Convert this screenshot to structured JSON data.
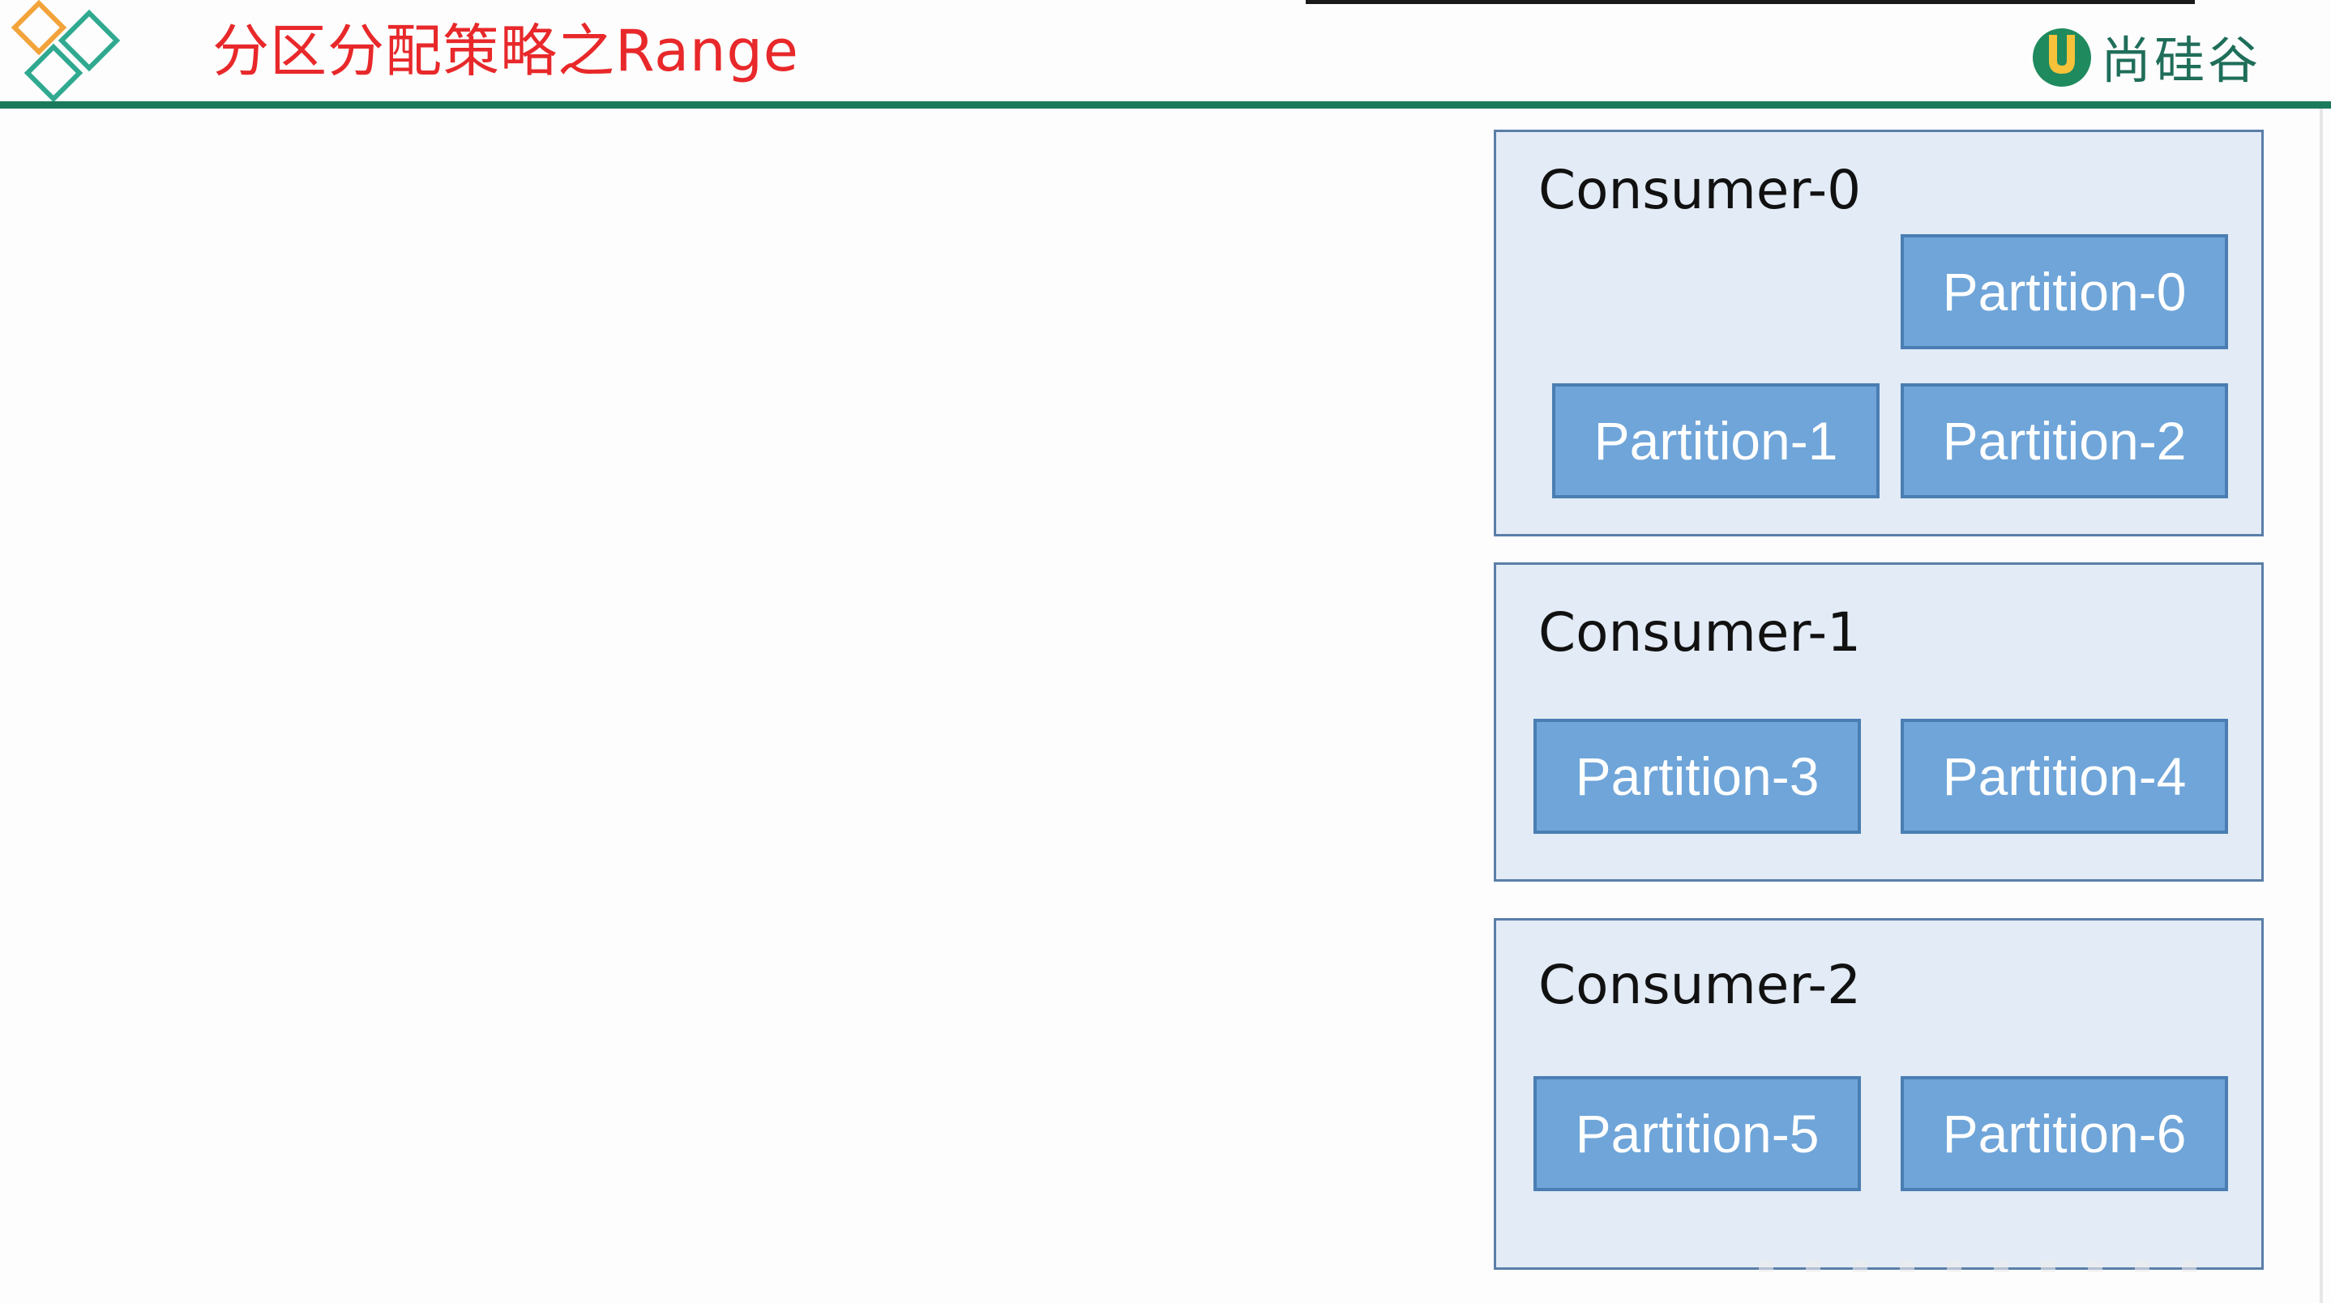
{
  "header": {
    "title": "分区分配策略之Range",
    "brand_name": "尚硅谷",
    "logo_icon": "diamond-logo-icon",
    "brand_icon": "u-mark-icon",
    "title_color": "#e8282a",
    "accent_color": "#1b7a5c"
  },
  "consumers": [
    {
      "label": "Consumer-0",
      "partitions": [
        "Partition-0",
        "Partition-1",
        "Partition-2"
      ]
    },
    {
      "label": "Consumer-1",
      "partitions": [
        "Partition-3",
        "Partition-4"
      ]
    },
    {
      "label": "Consumer-2",
      "partitions": [
        "Partition-5",
        "Partition-6"
      ]
    }
  ],
  "colors": {
    "consumer_fill": "#e2ebf6",
    "consumer_border": "#5a7ea8",
    "partition_fill": "#6fa5d9",
    "partition_border": "#4a7eb3"
  }
}
